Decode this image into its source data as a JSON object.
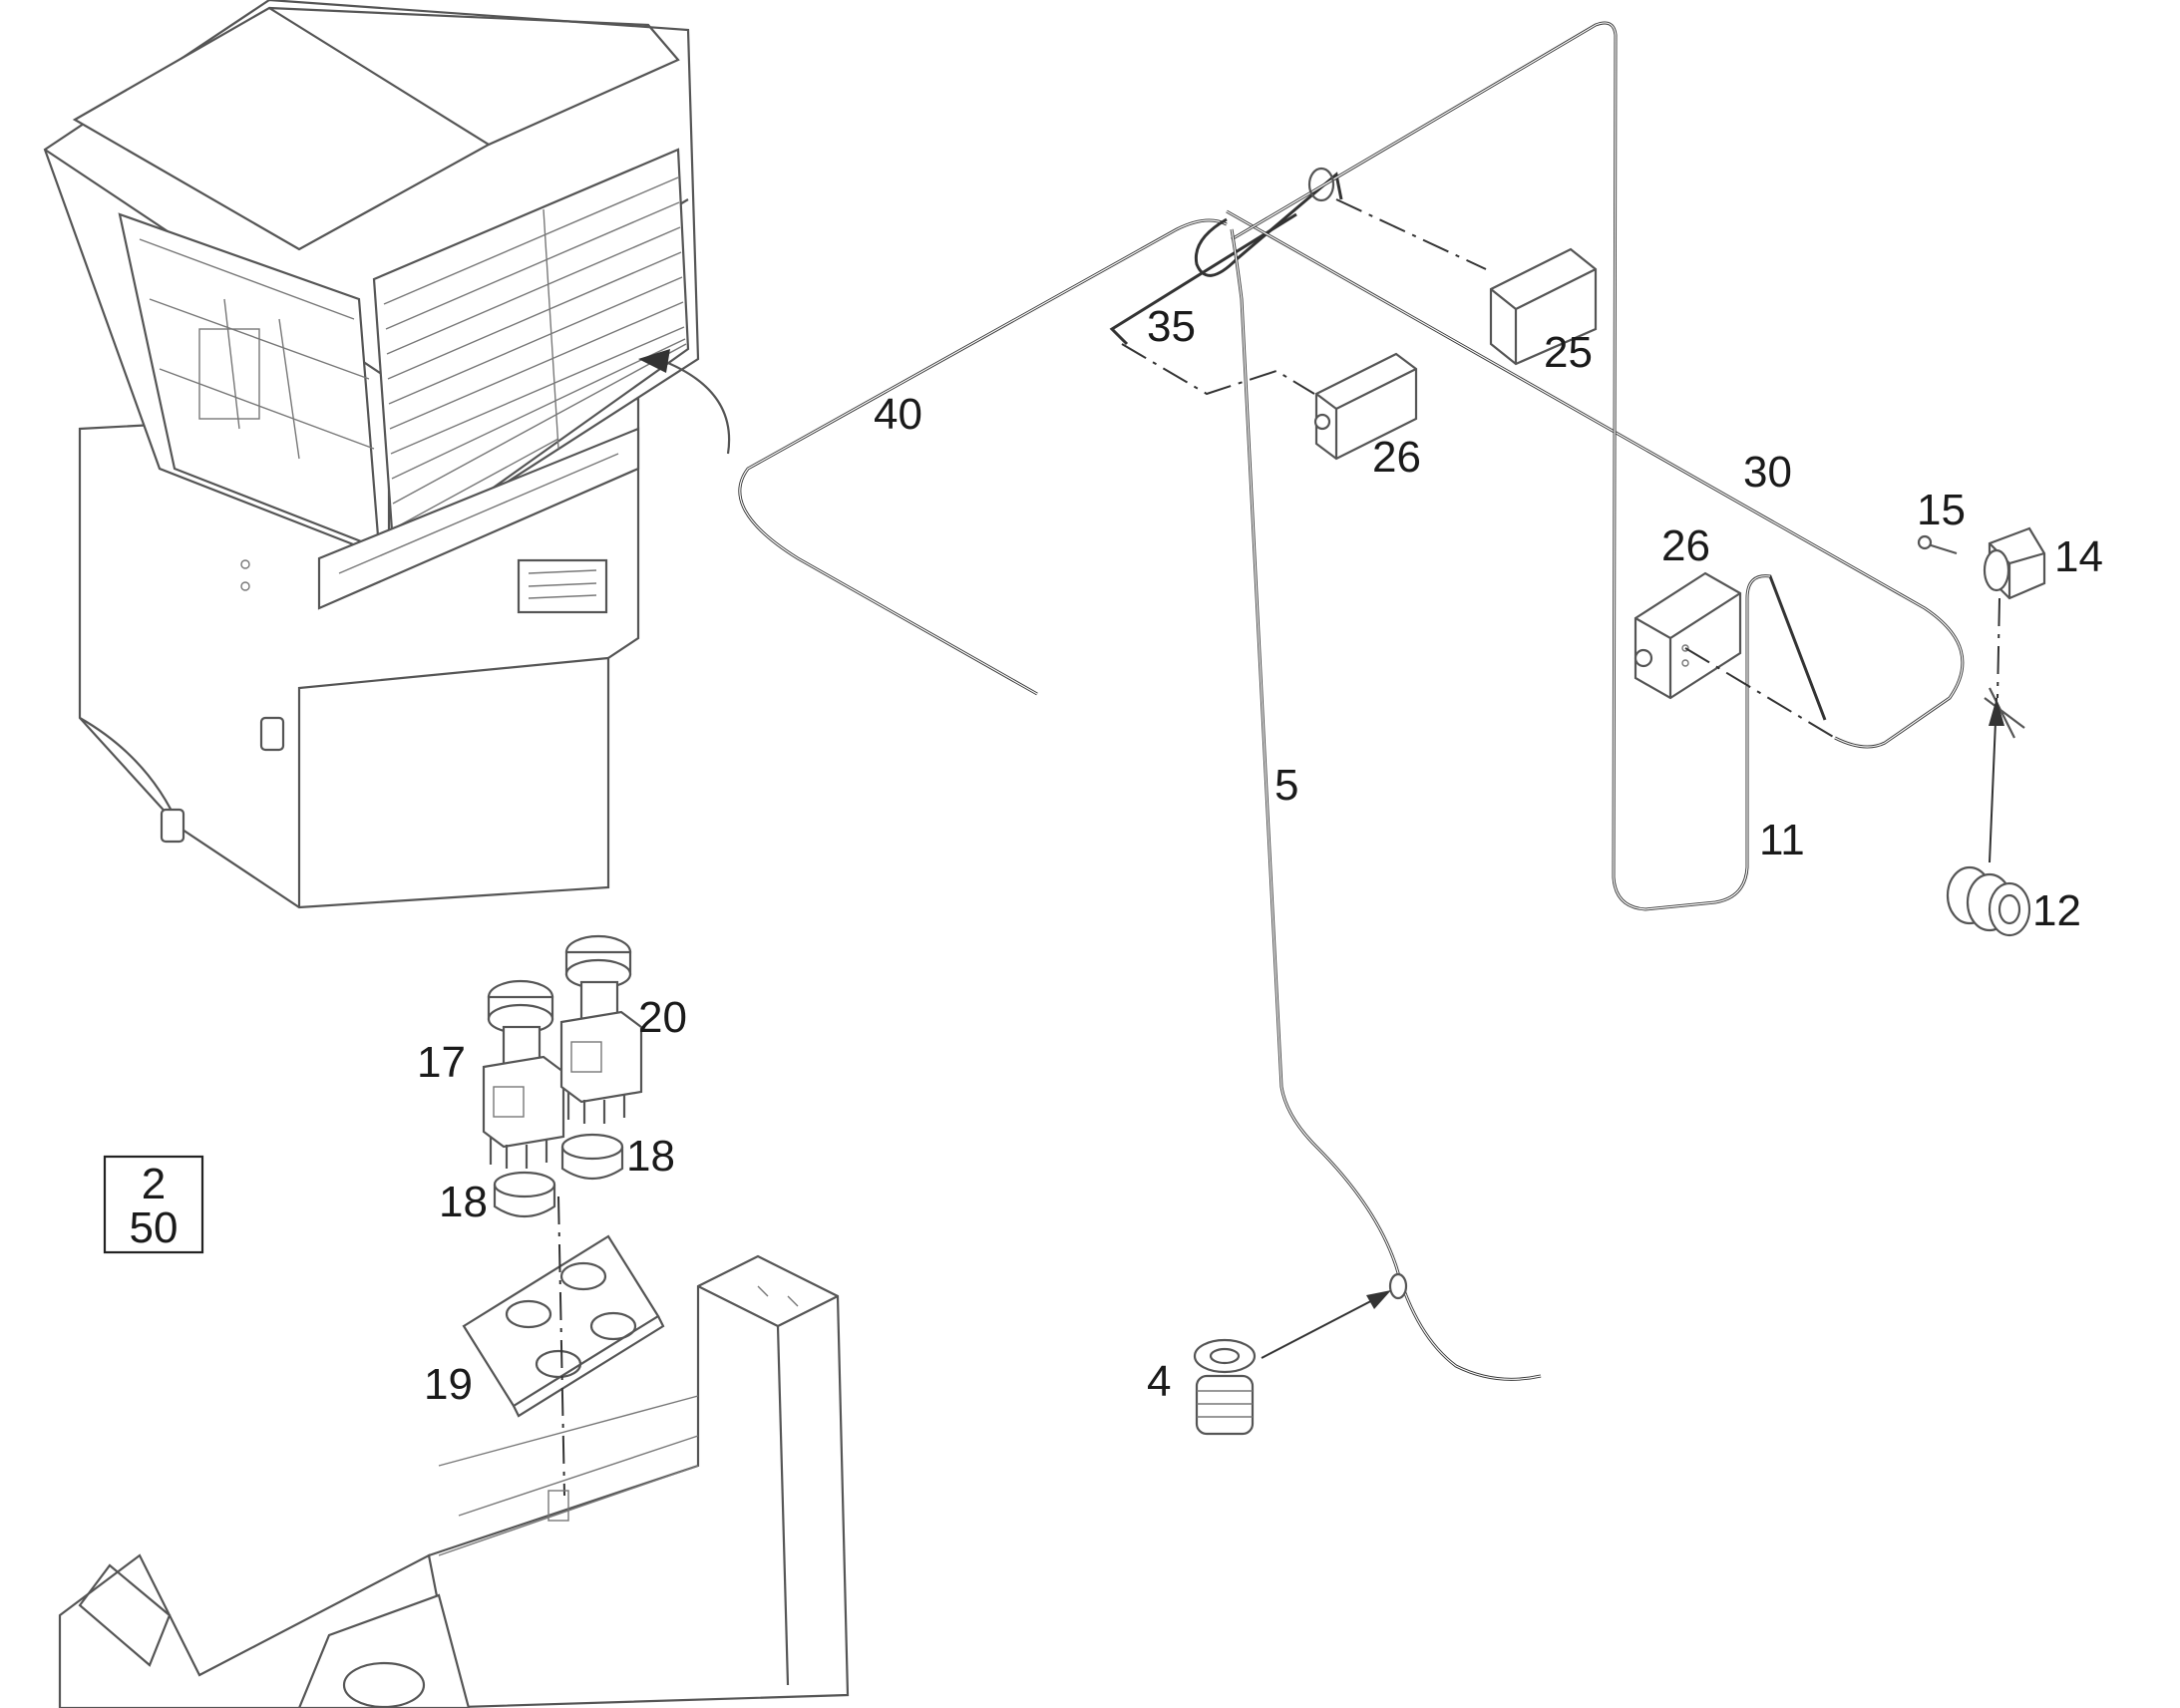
{
  "diagram": {
    "page_reference": {
      "line1": "2",
      "line2": "50"
    },
    "callouts": {
      "c4": "4",
      "c5": "5",
      "c11": "11",
      "c12": "12",
      "c14": "14",
      "c15": "15",
      "c17": "17",
      "c18a": "18",
      "c18b": "18",
      "c19": "19",
      "c20": "20",
      "c25": "25",
      "c26a": "26",
      "c26b": "26",
      "c30": "30",
      "c35": "35",
      "c40": "40"
    }
  }
}
